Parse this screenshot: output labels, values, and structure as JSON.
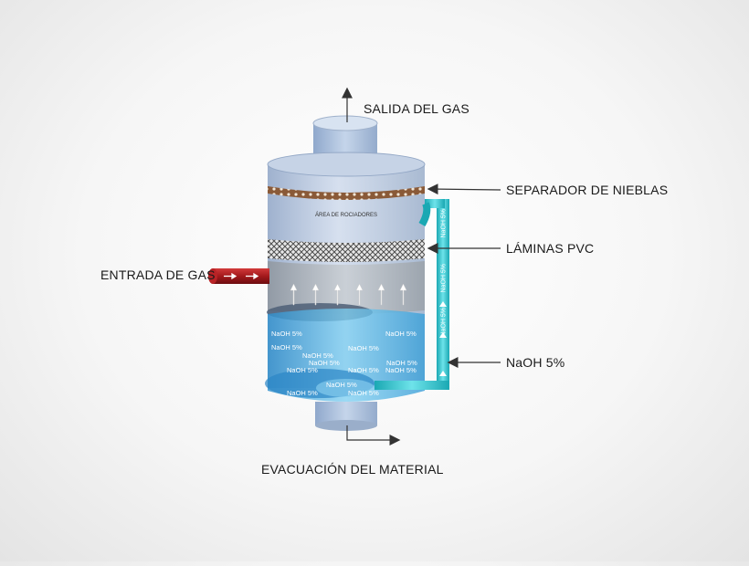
{
  "labels": {
    "gas_outlet": "SALIDA DEL GAS",
    "mist_separator": "SEPARADOR DE NIEBLAS",
    "pvc_sheets": "LÁMINAS PVC",
    "gas_inlet": "ENTRADA DE GAS",
    "naoh": "NaOH 5%",
    "discharge": "EVACUACIÓN DEL MATERIAL",
    "spray_area": "ÁREA DE ROCIADORES"
  },
  "liquid_labels": [
    "NaOH 5%",
    "NaOH 5%",
    "NaOH 5%",
    "NaOH 5%",
    "NaOH 5%",
    "NaOH 5%",
    "NaOH 5%",
    "NaOH 5%",
    "NaOH 5%",
    "NaOH 5%",
    "NaOH 5%",
    "NaOH 5%",
    "NaOH 5%"
  ],
  "pipe_labels": [
    "NaOH 5%",
    "NaOH 5%",
    "NaOH 5%"
  ],
  "colors": {
    "vessel": "#a9bcd6",
    "liquid": "#5fb7e4",
    "pipe": "#36c6cf",
    "inlet_pipe": "#a3191c",
    "arrow": "#333333"
  }
}
